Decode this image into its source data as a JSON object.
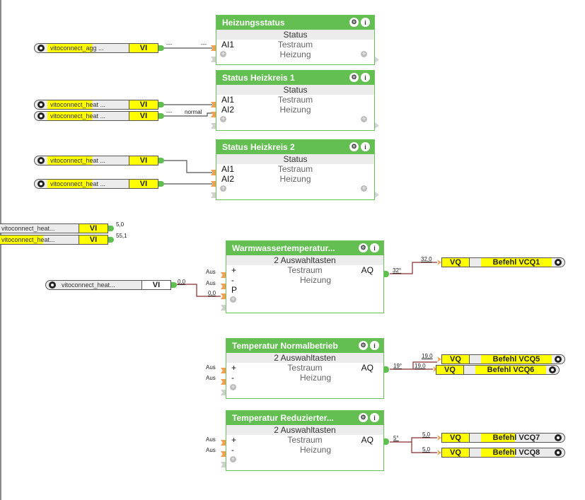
{
  "inputs": [
    {
      "id": "in1",
      "name": "vitoconnect_agg ...",
      "type": "VI",
      "wire_label_left": "---",
      "wire_label_right": "---"
    },
    {
      "id": "in2",
      "name": "vitoconnect_heat ...",
      "type": "VI"
    },
    {
      "id": "in3",
      "name": "vitoconnect_heat ...",
      "type": "VI",
      "wire_label_left": "---",
      "wire_label_right": "normal"
    },
    {
      "id": "in4",
      "name": "vitoconnect_heat ...",
      "type": "VI"
    },
    {
      "id": "in5",
      "name": "vitoconnect_heat ...",
      "type": "VI"
    },
    {
      "id": "in6",
      "name": "vitoconnect_heat...",
      "type": "VI",
      "value": "5,0"
    },
    {
      "id": "in7",
      "name": "vitoconnect_heat...",
      "type": "VI",
      "value": "55,1"
    },
    {
      "id": "in8",
      "name": "vitoconnect_heat...",
      "type": "VI",
      "wire_label_left": "0,0",
      "wire_label_right": "0,0"
    }
  ],
  "blocks": [
    {
      "title": "Heizungsstatus",
      "subtitle": "Status",
      "rows": [
        {
          "left": "AI1",
          "center": "Testraum"
        },
        {
          "left": "",
          "center": "Heizung"
        }
      ]
    },
    {
      "title": "Status Heizkreis 1",
      "subtitle": "Status",
      "rows": [
        {
          "left": "AI1",
          "center": "Testraum"
        },
        {
          "left": "AI2",
          "center": "Heizung"
        }
      ]
    },
    {
      "title": "Status Heizkreis 2",
      "subtitle": "Status",
      "rows": [
        {
          "left": "AI1",
          "center": "Testraum"
        },
        {
          "left": "AI2",
          "center": "Heizung"
        }
      ]
    },
    {
      "title": "Warmwassertemperatur...",
      "subtitle": "2 Auswahltasten",
      "rows": [
        {
          "left": "+",
          "center": "Testraum",
          "right": "AQ"
        },
        {
          "left": "-",
          "center": "Heizung"
        },
        {
          "left": "P",
          "center": ""
        }
      ],
      "pin_labels": [
        "Aus",
        "Aus",
        "0,0"
      ],
      "aq_label": "32°"
    },
    {
      "title": "Temperatur Normalbetrieb",
      "subtitle": "2 Auswahltasten",
      "rows": [
        {
          "left": "+",
          "center": "Testraum",
          "right": "AQ"
        },
        {
          "left": "-",
          "center": "Heizung"
        }
      ],
      "pin_labels": [
        "Aus",
        "Aus"
      ],
      "aq_label": "19°"
    },
    {
      "title": "Temperatur Reduzierter...",
      "subtitle": "2 Auswahltasten",
      "rows": [
        {
          "left": "+",
          "center": "Testraum",
          "right": "AQ"
        },
        {
          "left": "-",
          "center": "Heizung"
        }
      ],
      "pin_labels": [
        "Aus",
        "Aus"
      ],
      "aq_label": "5°"
    }
  ],
  "outputs": [
    {
      "type": "VQ",
      "name": "Befehl VCQ1",
      "value": "32,0"
    },
    {
      "type": "VQ",
      "name": "Befehl VCQ5",
      "value": "19,0"
    },
    {
      "type": "VQ",
      "name": "Befehl VCQ6",
      "value": "19,0"
    },
    {
      "type": "VQ",
      "name": "Befehl VCQ7",
      "value": "5,0"
    },
    {
      "type": "VQ",
      "name": "Befehl VCQ8",
      "value": "5,0"
    }
  ],
  "icons": {
    "gear": "gear-icon",
    "info": "info-icon",
    "info_glyph": "i",
    "add": "plus-icon",
    "add_glyph": "+"
  }
}
